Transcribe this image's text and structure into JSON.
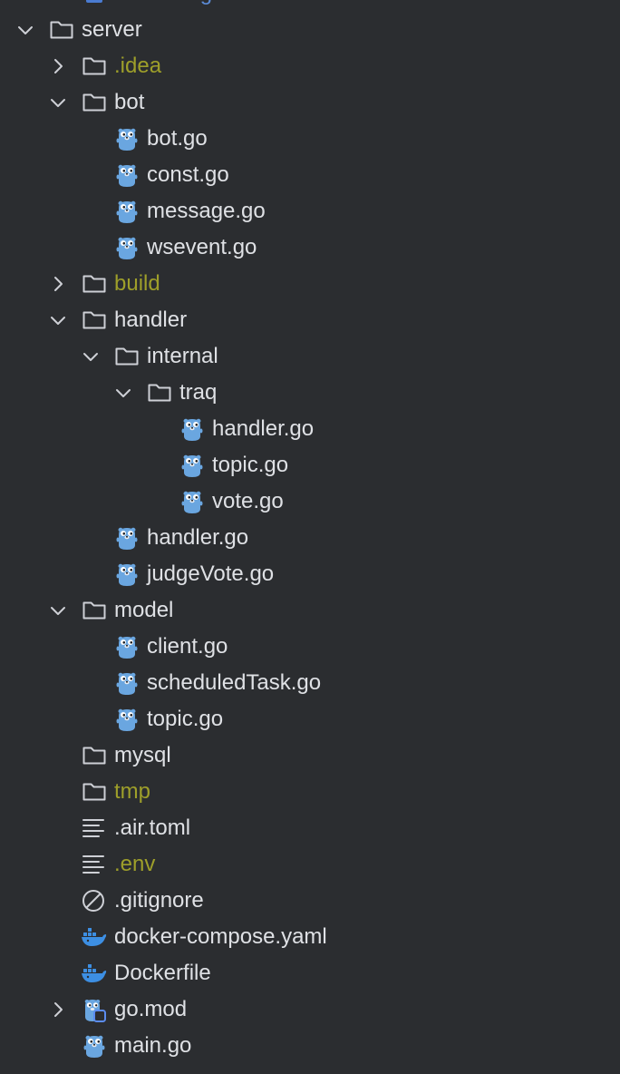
{
  "colors": {
    "background": "#2b2d30",
    "text": "#dfe1e5",
    "excluded_text": "#9e9f2a",
    "folder_outline": "#ced0d6",
    "gopher": "#6aa6e0",
    "docker": "#3d8fe3"
  },
  "tree": {
    "partial_top": {
      "label": "vite.config.ts",
      "icon": "file-icon"
    },
    "items": [
      {
        "name": "folder-server",
        "label": "server",
        "depth": 0,
        "kind": "folder",
        "expanded": true,
        "excluded": false,
        "icon": "folder-icon"
      },
      {
        "name": "folder-idea",
        "label": ".idea",
        "depth": 1,
        "kind": "folder",
        "expanded": false,
        "excluded": true,
        "icon": "folder-icon"
      },
      {
        "name": "folder-bot",
        "label": "bot",
        "depth": 1,
        "kind": "folder",
        "expanded": true,
        "excluded": false,
        "icon": "folder-icon"
      },
      {
        "name": "file-bot-go",
        "label": "bot.go",
        "depth": 2,
        "kind": "file",
        "excluded": false,
        "icon": "go-gopher-icon"
      },
      {
        "name": "file-const-go",
        "label": "const.go",
        "depth": 2,
        "kind": "file",
        "excluded": false,
        "icon": "go-gopher-icon"
      },
      {
        "name": "file-message-go",
        "label": "message.go",
        "depth": 2,
        "kind": "file",
        "excluded": false,
        "icon": "go-gopher-icon"
      },
      {
        "name": "file-wsevent-go",
        "label": "wsevent.go",
        "depth": 2,
        "kind": "file",
        "excluded": false,
        "icon": "go-gopher-icon"
      },
      {
        "name": "folder-build",
        "label": "build",
        "depth": 1,
        "kind": "folder",
        "expanded": false,
        "excluded": true,
        "icon": "folder-icon"
      },
      {
        "name": "folder-handler",
        "label": "handler",
        "depth": 1,
        "kind": "folder",
        "expanded": true,
        "excluded": false,
        "icon": "folder-icon"
      },
      {
        "name": "folder-internal",
        "label": "internal",
        "depth": 2,
        "kind": "folder",
        "expanded": true,
        "excluded": false,
        "icon": "folder-icon"
      },
      {
        "name": "folder-traq",
        "label": "traq",
        "depth": 3,
        "kind": "folder",
        "expanded": true,
        "excluded": false,
        "icon": "folder-icon"
      },
      {
        "name": "file-traq-handler-go",
        "label": "handler.go",
        "depth": 4,
        "kind": "file",
        "excluded": false,
        "icon": "go-gopher-icon"
      },
      {
        "name": "file-traq-topic-go",
        "label": "topic.go",
        "depth": 4,
        "kind": "file",
        "excluded": false,
        "icon": "go-gopher-icon"
      },
      {
        "name": "file-traq-vote-go",
        "label": "vote.go",
        "depth": 4,
        "kind": "file",
        "excluded": false,
        "icon": "go-gopher-icon"
      },
      {
        "name": "file-handler-go",
        "label": "handler.go",
        "depth": 2,
        "kind": "file",
        "excluded": false,
        "icon": "go-gopher-icon"
      },
      {
        "name": "file-judgevote-go",
        "label": "judgeVote.go",
        "depth": 2,
        "kind": "file",
        "excluded": false,
        "icon": "go-gopher-icon"
      },
      {
        "name": "folder-model",
        "label": "model",
        "depth": 1,
        "kind": "folder",
        "expanded": true,
        "excluded": false,
        "icon": "folder-icon"
      },
      {
        "name": "file-client-go",
        "label": "client.go",
        "depth": 2,
        "kind": "file",
        "excluded": false,
        "icon": "go-gopher-icon"
      },
      {
        "name": "file-scheduledtask-go",
        "label": "scheduledTask.go",
        "depth": 2,
        "kind": "file",
        "excluded": false,
        "icon": "go-gopher-icon"
      },
      {
        "name": "file-model-topic-go",
        "label": "topic.go",
        "depth": 2,
        "kind": "file",
        "excluded": false,
        "icon": "go-gopher-icon"
      },
      {
        "name": "folder-mysql",
        "label": "mysql",
        "depth": 1,
        "kind": "folder",
        "excluded": false,
        "icon": "folder-icon"
      },
      {
        "name": "folder-tmp",
        "label": "tmp",
        "depth": 1,
        "kind": "folder",
        "excluded": true,
        "icon": "folder-icon"
      },
      {
        "name": "file-air-toml",
        "label": ".air.toml",
        "depth": 1,
        "kind": "file",
        "excluded": false,
        "icon": "text-lines-icon"
      },
      {
        "name": "file-env",
        "label": ".env",
        "depth": 1,
        "kind": "file",
        "excluded": true,
        "icon": "text-lines-icon"
      },
      {
        "name": "file-gitignore",
        "label": ".gitignore",
        "depth": 1,
        "kind": "file",
        "excluded": false,
        "icon": "ignore-slash-icon"
      },
      {
        "name": "file-docker-compose",
        "label": "docker-compose.yaml",
        "depth": 1,
        "kind": "file",
        "excluded": false,
        "icon": "docker-whale-icon"
      },
      {
        "name": "file-dockerfile",
        "label": "Dockerfile",
        "depth": 1,
        "kind": "file",
        "excluded": false,
        "icon": "docker-whale-icon"
      },
      {
        "name": "folder-go-mod",
        "label": "go.mod",
        "depth": 1,
        "kind": "module",
        "expanded": false,
        "excluded": false,
        "icon": "go-module-icon"
      },
      {
        "name": "file-main-go",
        "label": "main.go",
        "depth": 1,
        "kind": "file",
        "excluded": false,
        "icon": "go-gopher-icon"
      }
    ]
  }
}
